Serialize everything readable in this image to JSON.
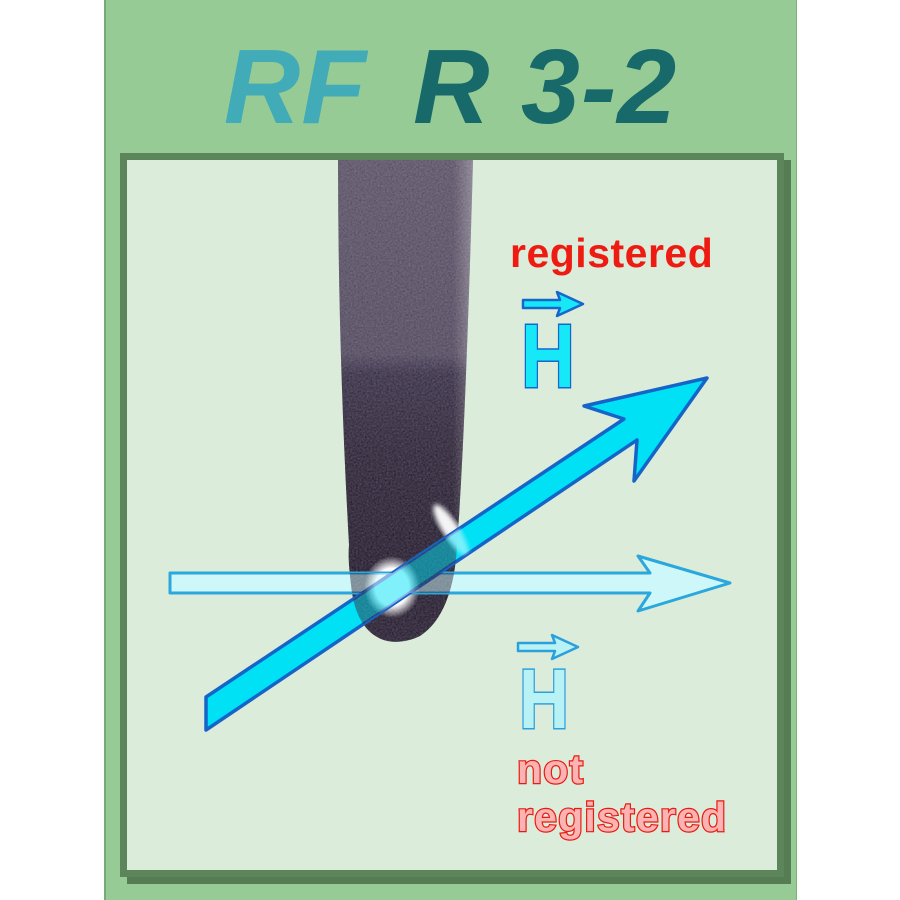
{
  "title": {
    "brand": "RF",
    "model": "R 3-2"
  },
  "annotations": {
    "registered_label": "registered",
    "h_symbol_registered": "H",
    "h_symbol_not_registered": "H",
    "not_registered_line1": "not",
    "not_registered_line2": "registered"
  },
  "colors": {
    "panel_green": "#97cb96",
    "photo_background_green": "#dcecda",
    "frame_border_green": "#5d855c",
    "title_brand_teal": "#41abb8",
    "title_model_teal": "#17696a",
    "registered_red": "#ee1b12",
    "not_registered_fill_pink": "#fbb3b3",
    "field_cyan": "#17e8f7",
    "field_cyan_pale": "#c8f5f8",
    "arrow_outline_blue": "#1565c8",
    "pale_arrow_outline_blue": "#2aa7dc",
    "probe_dark_purple": "#2a2236"
  }
}
